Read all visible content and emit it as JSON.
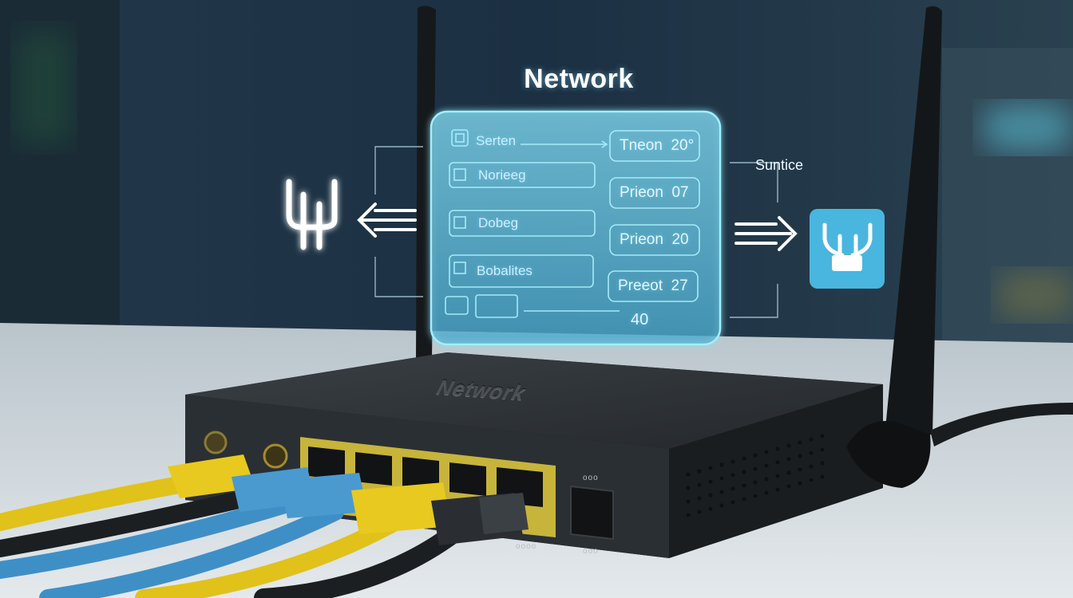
{
  "hologram": {
    "title": "Network",
    "rows": [
      {
        "label": "Serten",
        "value": "Tneon  20°"
      },
      {
        "label": "Norieeg",
        "value": "Prieon  07"
      },
      {
        "label": "Dobeg",
        "value": "Prieon  20"
      },
      {
        "label": "Bobalites",
        "value": "Preeot  27"
      }
    ],
    "bottom_value": "40",
    "side_label": "Suntice",
    "left_icon": "antenna-icon",
    "right_icon": "router-icon"
  },
  "router": {
    "brand_emboss": "Network",
    "port_labels": [
      "ooo",
      "oooo",
      "ooo"
    ]
  },
  "colors": {
    "hologram_glow": "#6fd8ff",
    "panel_fill": "#5ab8d8",
    "router_body": "#222629",
    "cable_yellow": "#e0c21a",
    "cable_blue": "#3f8fc7",
    "cable_black": "#1c1f22"
  }
}
